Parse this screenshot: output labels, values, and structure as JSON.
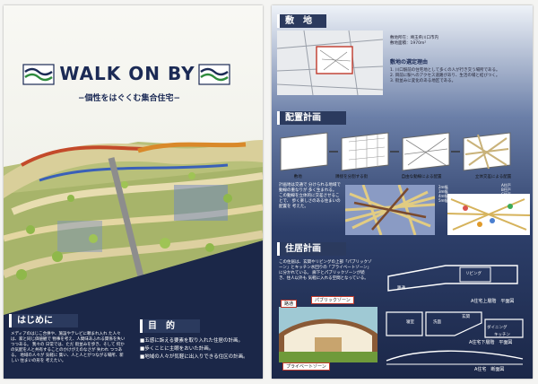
{
  "left": {
    "title": "WALK ON BY",
    "subtitle": "−個性をはぐくむ集合住宅−",
    "intro": {
      "heading": "はじめに",
      "body": "メディアのはじこ合併や、施設やテレビに頼まれ入れ た人々は、家と同じ価値観で 物事を考え、人間味あふれる関係を失いつつある。 我々の 日常では、ただ 街並みを歩き、そして 何かの気配を人と共有することのかけがえのなさが 失われ つつある。 地域の人々が 気軽に 集い、人と人とがつながる場所、新しい 住まいの形を 考えたい。"
    },
    "purpose": {
      "heading": "目　的",
      "items": [
        "■五感に訴える要素を取り入れた住居の計画。",
        "■歩くことに主眼をおいた計画。",
        "■地域の人々が気軽に出入りできる住区の計画。"
      ]
    }
  },
  "right": {
    "site": {
      "heading": "敷　地",
      "info": [
        "敷地所在：埼玉県川口市内",
        "敷地面積：1970m²"
      ],
      "reason_title": "敷地の選定理由",
      "reasons": [
        "1. 川口駅前の住宅地として多くの人が行き交う場所である。",
        "2. 目前に駅へのアクセス道路があり、生活の場と結びつく。",
        "3. 街並みに変化のある地区である。"
      ]
    },
    "layout": {
      "heading": "配置計画",
      "steps": [
        "敷地",
        "隣接を分割する街",
        "自由な動線による配置",
        "立体交差による配置"
      ],
      "desc": "計画地は交通で 分けられる地域で 動線の重なりが 多く生まれる。 この動線を立体的に交差させることで、 歩く楽しさのある住まいの配置を 考えた。",
      "legend_a": [
        "2m幅",
        "3m幅",
        "4m幅",
        "5m幅"
      ],
      "legend_b": [
        "A住戸",
        "B住戸",
        "C住戸",
        "D住戸"
      ]
    },
    "housing": {
      "heading": "住居計画",
      "desc": "この住居は、玄関やリビングの上部「パブリックゾーン」とキッチン水回りの「プライベートゾーン」に分かれている。 廊下とパブリックゾーンが続き、住人以外も 気軽に入れる空間となっている。",
      "tag_top": "路通",
      "tag_public": "パブリックゾーン",
      "tag_private": "プライベートゾーン",
      "plan_upper": "A住宅上層階　平面図",
      "plan_lower": "A住宅下層階　平面図",
      "section": "A住宅　断面図",
      "room_living": "リビング",
      "room_dining": "ダイニング",
      "room_kitchen": "キッチン",
      "room_passage": "路通",
      "room_bedroom": "寝室",
      "room_wash": "洗面",
      "room_entry": "玄関"
    }
  }
}
